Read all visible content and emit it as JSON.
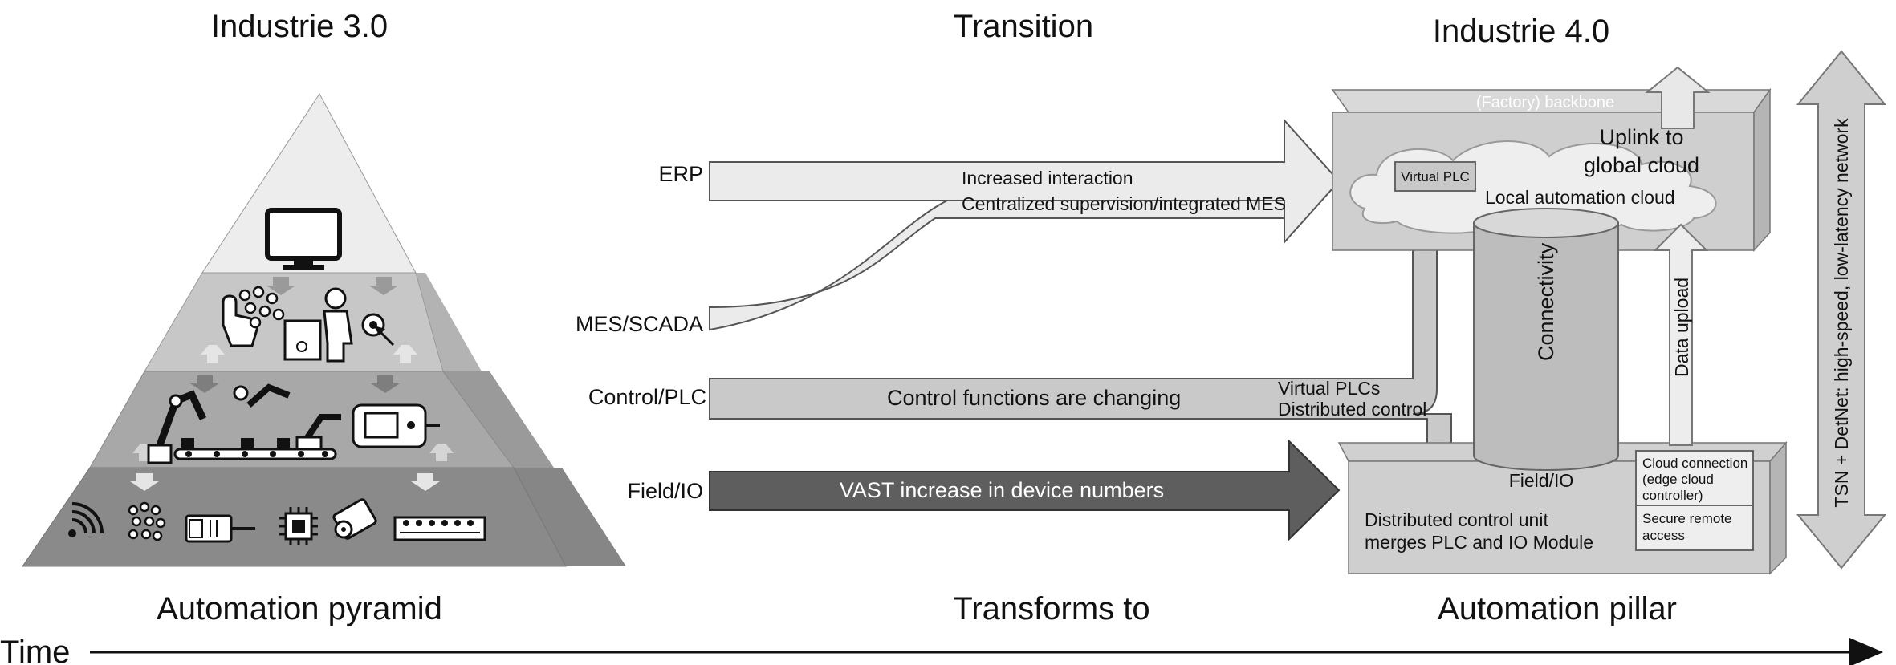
{
  "headings": {
    "industrie3": "Industrie 3.0",
    "transition": "Transition",
    "industrie4": "Industrie 4.0",
    "automation_pyramid": "Automation pyramid",
    "transforms_to": "Transforms to",
    "automation_pillar": "Automation pillar",
    "time": "Time"
  },
  "levels": {
    "erp": "ERP",
    "mes": "MES/SCADA",
    "control": "Control/PLC",
    "field": "Field/IO"
  },
  "arrows": {
    "erp_line1": "Increased interaction",
    "erp_line2": "Centralized supervision/integrated MES",
    "control": "Control functions are changing",
    "control_side1": "Virtual PLCs",
    "control_side2": "Distributed control",
    "field": "VAST increase in device numbers"
  },
  "pillar": {
    "backbone": "(Factory) backbone",
    "uplink1": "Uplink to",
    "uplink2": "global cloud",
    "virtual_plc": "Virtual PLC",
    "local_cloud": "Local automation cloud",
    "connectivity": "Connectivity",
    "data_upload": "Data upload",
    "field_io": "Field/IO",
    "dcu1": "Distributed control unit",
    "dcu2": "merges PLC and IO Module",
    "cloud_conn1": "Cloud connection",
    "cloud_conn2": "(edge cloud",
    "cloud_conn3": "controller)",
    "secure1": "Secure remote",
    "secure2": "access"
  },
  "tsn": "TSN + DetNet: high-speed, low-latency network",
  "icons": [
    "monitor-icon",
    "hand-icon",
    "network-icon",
    "operator-icon",
    "pointer-icon",
    "robot-arm-icon",
    "conveyor-icon",
    "machine-icon",
    "wireless-icon",
    "circuit-icon",
    "usb-icon",
    "chip-icon",
    "motor-icon",
    "terminal-block-icon"
  ]
}
